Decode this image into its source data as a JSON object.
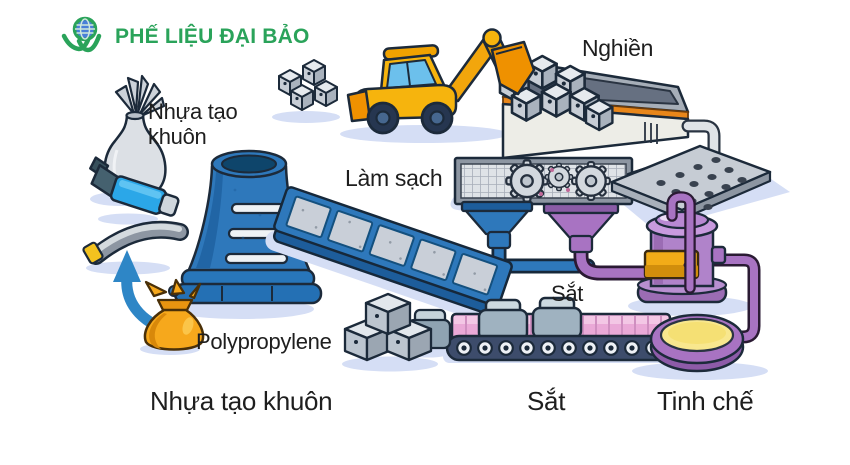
{
  "logo": {
    "text": "PHẾ LIỆU ĐẠI BẢO",
    "icon": "pin-globe-icon",
    "brand_color": "#2aa35a"
  },
  "labels": {
    "plastic_input": "Nhựa tạo khuôn",
    "crush": "Nghiền",
    "clean": "Làm sạch",
    "polypropylene": "Polypropylene",
    "iron_upper": "Sắt",
    "stage_plastic": "Nhựa tạo khuôn",
    "stage_iron": "Sắt",
    "stage_refine": "Tinh chế"
  },
  "colors": {
    "brand_green": "#2aa35a",
    "plastic_blue": "#2e78bb",
    "iron_purple": "#a873c2",
    "conveyor_pink": "#eaa9d7",
    "machine_yellow": "#f6b40d",
    "accent_orange": "#ef9100",
    "gold_band": "#f2ac18",
    "metal_gray": "#c3cad3",
    "refined_yellow": "#f8e78e",
    "shadow_blue": "#d5def5",
    "text_dark": "#1e1e1e",
    "background": "#ffffff"
  },
  "illustrations": [
    {
      "name": "scrap-vase"
    },
    {
      "name": "scrap-bottle"
    },
    {
      "name": "scrap-bumper"
    },
    {
      "name": "recycle-arrow"
    },
    {
      "name": "pellet-bag"
    },
    {
      "name": "molding-tower"
    },
    {
      "name": "wash-tray"
    },
    {
      "name": "wheel-loader"
    },
    {
      "name": "scrap-cubes"
    },
    {
      "name": "crusher-hopper"
    },
    {
      "name": "shredder-screen"
    },
    {
      "name": "sorting-plate"
    },
    {
      "name": "blue-funnel"
    },
    {
      "name": "purple-funnel"
    },
    {
      "name": "refining-tank"
    },
    {
      "name": "refined-disc"
    },
    {
      "name": "iron-conveyor"
    },
    {
      "name": "ingot-stack"
    }
  ]
}
